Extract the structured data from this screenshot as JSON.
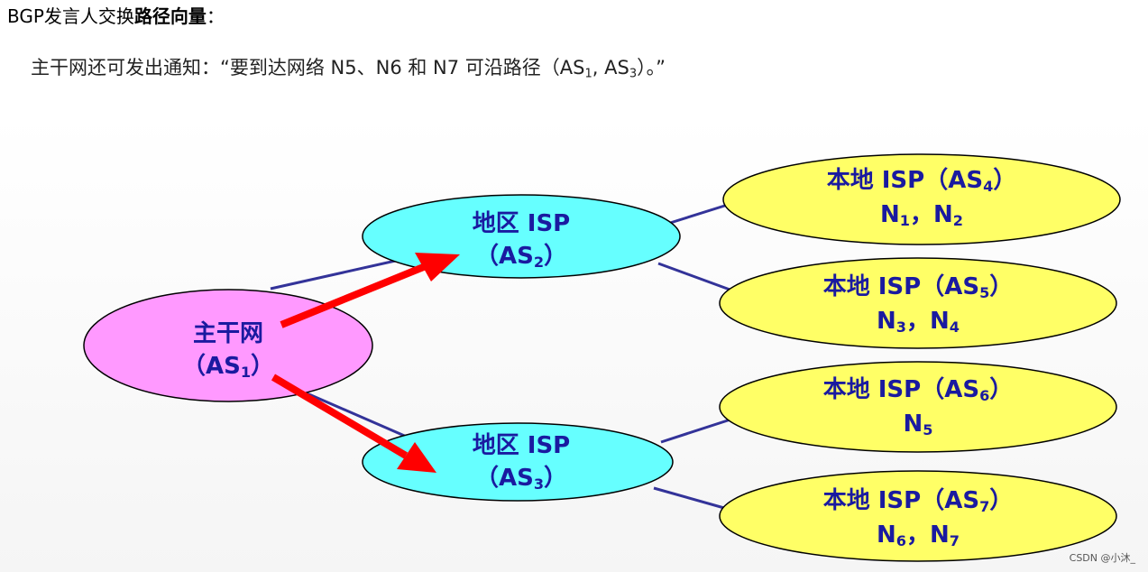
{
  "header": {
    "title_prefix": "BGP发言人交换",
    "title_bold": "路径向量",
    "title_suffix": "：",
    "notice_text": "主干网还可发出通知：“要到达网络 N5、N6 和 N7 可沿路径（AS",
    "notice_sub1": "1",
    "notice_mid": ", AS",
    "notice_sub2": "3",
    "notice_end": "）。”"
  },
  "nodes": {
    "backbone": {
      "name": "主干网",
      "as_prefix": "（AS",
      "as_sub": "1",
      "as_suffix": "）"
    },
    "region_top": {
      "name": "地区 ISP",
      "as_prefix": "（AS",
      "as_sub": "2",
      "as_suffix": "）"
    },
    "region_bottom": {
      "name": "地区 ISP",
      "as_prefix": "（AS",
      "as_sub": "3",
      "as_suffix": "）"
    },
    "local_as4": {
      "name": "本地 ISP（AS",
      "as_sub": "4",
      "as_suffix": "）",
      "net_a": "N",
      "net_a_sub": "1",
      "sep": "，",
      "net_b": "N",
      "net_b_sub": "2"
    },
    "local_as5": {
      "name": "本地 ISP（AS",
      "as_sub": "5",
      "as_suffix": "）",
      "net_a": "N",
      "net_a_sub": "3",
      "sep": "，",
      "net_b": "N",
      "net_b_sub": "4"
    },
    "local_as6": {
      "name": "本地 ISP（AS",
      "as_sub": "6",
      "as_suffix": "）",
      "net_a": "N",
      "net_a_sub": "5"
    },
    "local_as7": {
      "name": "本地 ISP（AS",
      "as_sub": "7",
      "as_suffix": "）",
      "net_a": "N",
      "net_a_sub": "6",
      "sep": "，",
      "net_b": "N",
      "net_b_sub": "7"
    }
  },
  "colors": {
    "backbone_fill": "#ff99ff",
    "region_fill": "#66ffff",
    "local_fill": "#ffff66",
    "link_color": "#333399",
    "arrow_color": "#ff0000",
    "label_color": "#1a1aa0"
  },
  "watermark": "CSDN @小沐_"
}
